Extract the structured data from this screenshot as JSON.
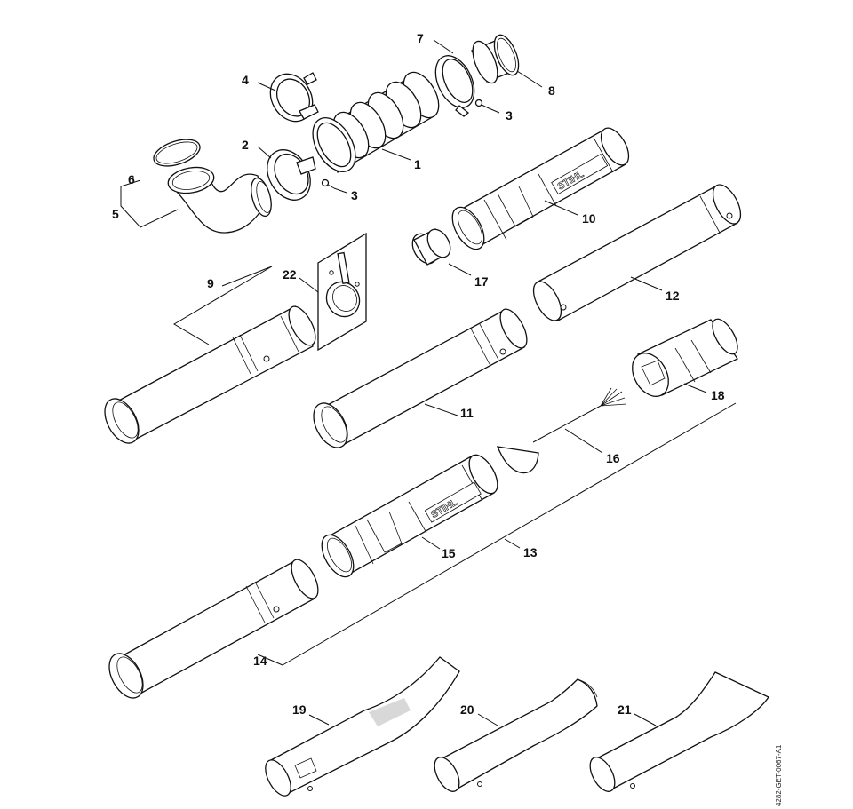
{
  "diagram": {
    "drawing_code": "4282-GET-0067-A1",
    "brand_mark": "STIHL",
    "parts": [
      {
        "id": "p1",
        "label": "1"
      },
      {
        "id": "p2",
        "label": "2"
      },
      {
        "id": "p3a",
        "label": "3"
      },
      {
        "id": "p3b",
        "label": "3"
      },
      {
        "id": "p4",
        "label": "4"
      },
      {
        "id": "p5",
        "label": "5"
      },
      {
        "id": "p6",
        "label": "6"
      },
      {
        "id": "p7",
        "label": "7"
      },
      {
        "id": "p8",
        "label": "8"
      },
      {
        "id": "p9",
        "label": "9"
      },
      {
        "id": "p10",
        "label": "10"
      },
      {
        "id": "p11",
        "label": "11"
      },
      {
        "id": "p12",
        "label": "12"
      },
      {
        "id": "p13",
        "label": "13"
      },
      {
        "id": "p14",
        "label": "14"
      },
      {
        "id": "p15",
        "label": "15"
      },
      {
        "id": "p16",
        "label": "16"
      },
      {
        "id": "p17",
        "label": "17"
      },
      {
        "id": "p18",
        "label": "18"
      },
      {
        "id": "p19",
        "label": "19"
      },
      {
        "id": "p20",
        "label": "20"
      },
      {
        "id": "p21",
        "label": "21"
      },
      {
        "id": "p22",
        "label": "22"
      }
    ]
  }
}
